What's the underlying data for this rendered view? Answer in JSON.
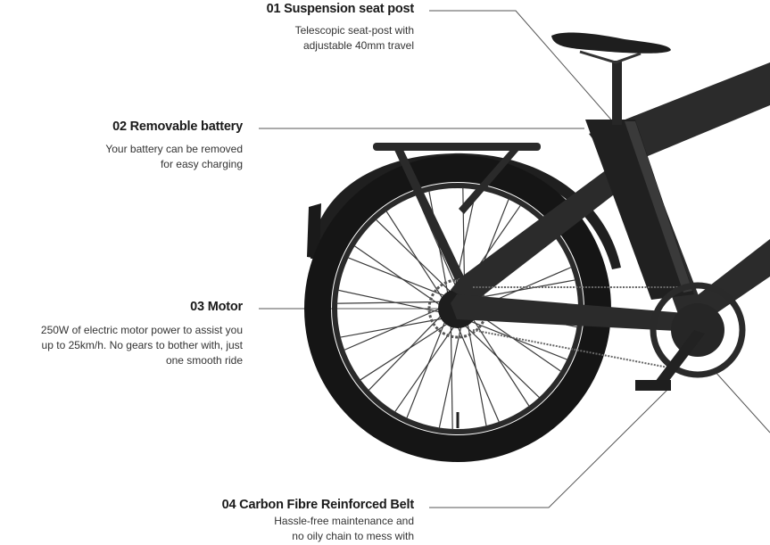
{
  "features": [
    {
      "number": "01",
      "title": "01 Suspension seat post",
      "desc_lines": [
        "Telescopic seat-post with",
        "adjustable 40mm travel"
      ]
    },
    {
      "number": "02",
      "title": "02 Removable battery",
      "desc_lines": [
        "Your battery can be removed",
        "for easy charging"
      ]
    },
    {
      "number": "03",
      "title": "03 Motor",
      "desc_lines": [
        "250W of electric motor power to assist you",
        "up to 25km/h. No gears to bother with, just",
        "one smooth ride"
      ]
    },
    {
      "number": "04",
      "title": "04 Carbon Fibre Reinforced Belt",
      "desc_lines": [
        "Hassle-free maintenance and",
        "no oily chain to mess with"
      ]
    }
  ],
  "colors": {
    "frame": "#2b2b2b",
    "tyre": "#151515",
    "leader_line": "#555555",
    "text": "#1a1a1a"
  },
  "image": {
    "subject": "e-bike-rear-half",
    "icon": "bike-photo"
  }
}
